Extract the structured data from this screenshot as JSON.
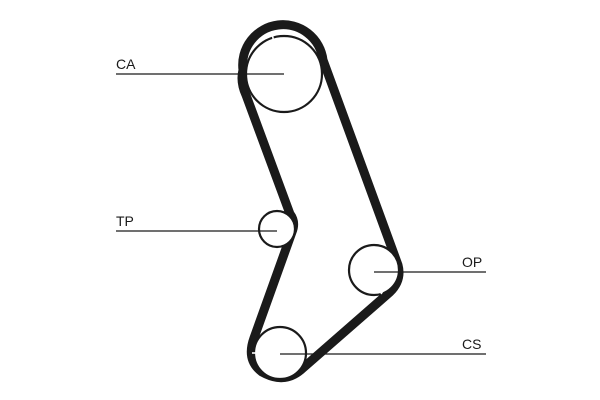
{
  "diagram": {
    "labels": {
      "ca": "CA",
      "tp": "TP",
      "op": "OP",
      "cs": "CS"
    },
    "colors": {
      "line": "#1a1a1a",
      "background": "#ffffff"
    }
  }
}
